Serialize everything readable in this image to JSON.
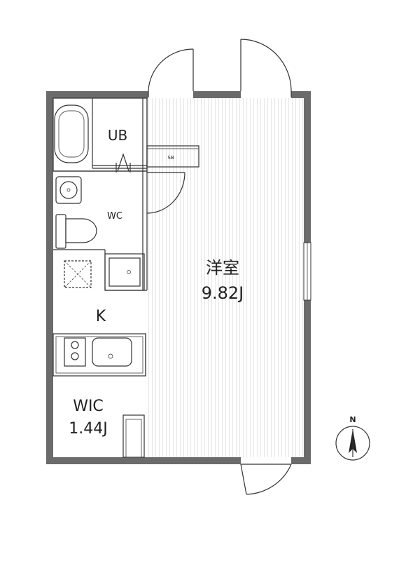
{
  "rooms": {
    "bathroom": {
      "label": "UB"
    },
    "toilet": {
      "label": "WC"
    },
    "shoe_box": {
      "label": "SB"
    },
    "kitchen": {
      "label": "K"
    },
    "closet": {
      "label": "WIC",
      "area": "1.44J"
    },
    "western_room": {
      "label": "洋室",
      "area": "9.82J"
    }
  },
  "compass": {
    "label": "N"
  },
  "colors": {
    "wall": "#6b6b6b",
    "line": "#333333",
    "floor_stripe": "#e6e6e6"
  }
}
